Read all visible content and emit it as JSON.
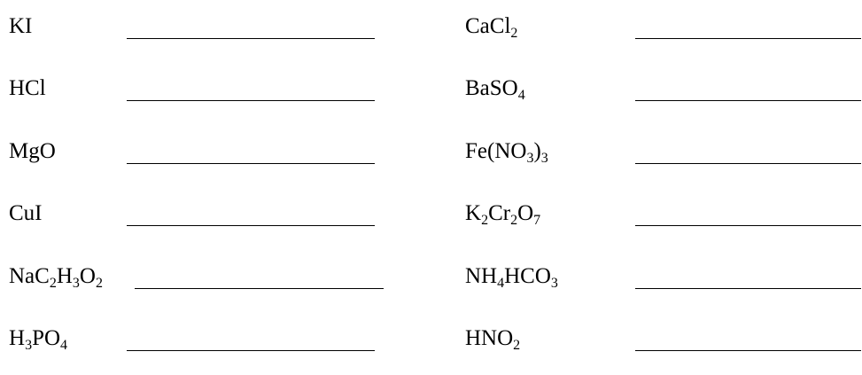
{
  "rows": [
    {
      "left": [
        {
          "t": "KI"
        }
      ],
      "right": [
        {
          "t": "CaCl"
        },
        {
          "s": "2"
        }
      ]
    },
    {
      "left": [
        {
          "t": "HCl"
        }
      ],
      "right": [
        {
          "t": "BaSO"
        },
        {
          "s": "4"
        }
      ]
    },
    {
      "left": [
        {
          "t": "MgO"
        }
      ],
      "right": [
        {
          "t": "Fe(NO"
        },
        {
          "s": "3"
        },
        {
          "t": ")"
        },
        {
          "s": "3"
        }
      ]
    },
    {
      "left": [
        {
          "t": "CuI"
        }
      ],
      "right": [
        {
          "t": "K"
        },
        {
          "s": "2"
        },
        {
          "t": "Cr"
        },
        {
          "s": "2"
        },
        {
          "t": "O"
        },
        {
          "s": "7"
        }
      ]
    },
    {
      "left": [
        {
          "t": "NaC"
        },
        {
          "s": "2"
        },
        {
          "t": "H"
        },
        {
          "s": "3"
        },
        {
          "t": "O"
        },
        {
          "s": "2"
        }
      ],
      "right": [
        {
          "t": "NH"
        },
        {
          "s": "4"
        },
        {
          "t": "HCO"
        },
        {
          "s": "3"
        }
      ]
    },
    {
      "left": [
        {
          "t": "H"
        },
        {
          "s": "3"
        },
        {
          "t": "PO"
        },
        {
          "s": "4"
        }
      ],
      "right": [
        {
          "t": "HNO"
        },
        {
          "s": "2"
        }
      ]
    }
  ]
}
